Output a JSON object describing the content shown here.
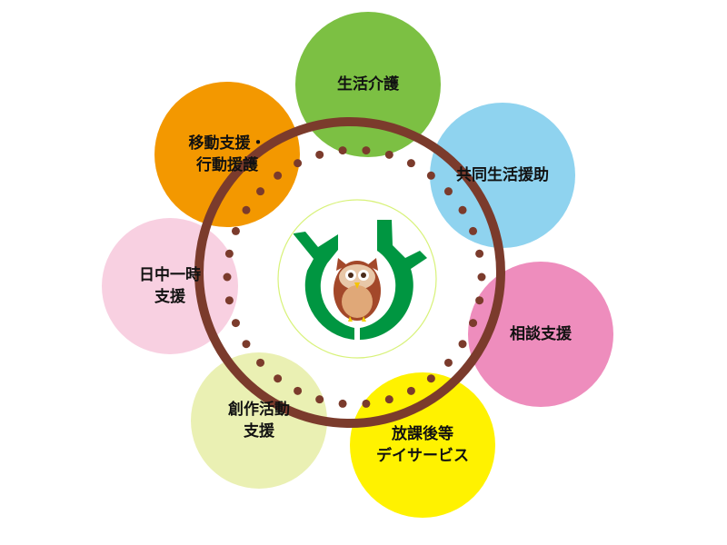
{
  "services": [
    {
      "lines": [
        "生活介護"
      ],
      "color": "#7cc043"
    },
    {
      "lines": [
        "共同生活援助"
      ],
      "color": "#8fd3ef"
    },
    {
      "lines": [
        "相談支援"
      ],
      "color": "#ee8dbd"
    },
    {
      "lines": [
        "放課後等",
        "デイサービス"
      ],
      "color": "#fff200"
    },
    {
      "lines": [
        "創作活動",
        "支援"
      ],
      "color": "#eaf0b3"
    },
    {
      "lines": [
        "日中一時",
        "支援"
      ],
      "color": "#f8d0e1"
    },
    {
      "lines": [
        "移動支援・",
        "行動援護"
      ],
      "color": "#f39800"
    }
  ],
  "colors": {
    "ring": "#7b3b2c",
    "logo_green": "#009641",
    "logo_border": "#d8f27a",
    "owl_brown": "#a3482a",
    "owl_belly": "#e0a878"
  }
}
